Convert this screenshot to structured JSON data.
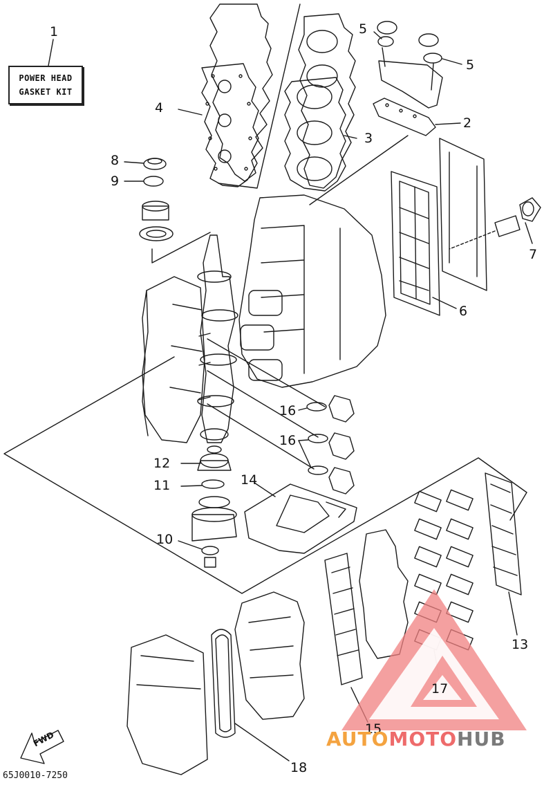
{
  "kit_box": {
    "line1": "POWER HEAD",
    "line2": "GASKET KIT"
  },
  "callouts": {
    "c1": "1",
    "c2": "2",
    "c3": "3",
    "c4": "4",
    "c5a": "5",
    "c5b": "5",
    "c6": "6",
    "c7": "7",
    "c8": "8",
    "c9": "9",
    "c10": "10",
    "c11": "11",
    "c12": "12",
    "c13": "13",
    "c14": "14",
    "c15": "15",
    "c16a": "16",
    "c16b": "16",
    "c17": "17",
    "c18": "18"
  },
  "part_number": "65J0010-7250",
  "fwd_label": "FWD",
  "watermark": {
    "part1": "AUTO",
    "part2": "MOTO",
    "part3": "HUB"
  },
  "colors": {
    "line": "#1a1a1a",
    "watermark_orange": "#f4a340",
    "watermark_red": "#ee6b6b",
    "watermark_grey": "#7a7a7a",
    "watermark_triangle": "#f08080"
  }
}
